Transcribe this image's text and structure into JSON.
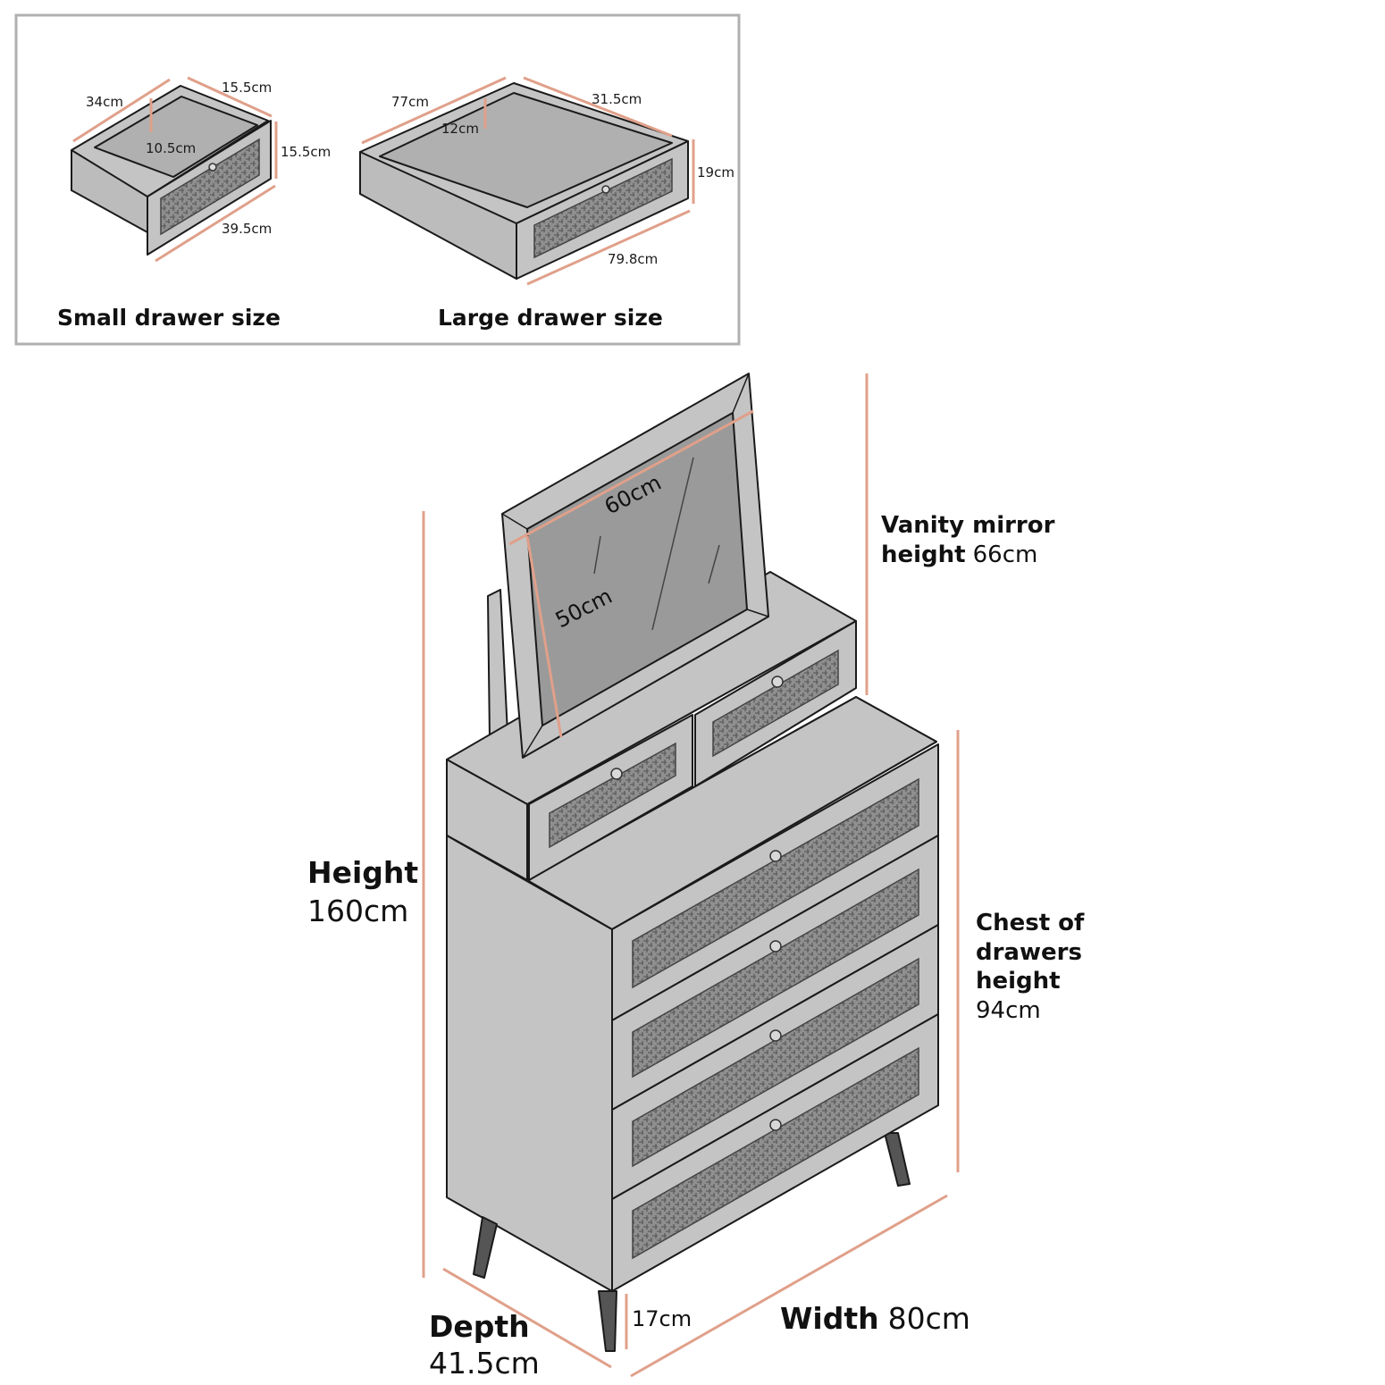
{
  "inset": {
    "small_drawer": {
      "caption": "Small drawer size",
      "dims": {
        "depth": "34cm",
        "side": "15.5cm",
        "inner_height": "10.5cm",
        "front_height": "15.5cm",
        "width": "39.5cm"
      }
    },
    "large_drawer": {
      "caption": "Large drawer size",
      "dims": {
        "depth": "77cm",
        "side": "31.5cm",
        "inner_height": "12cm",
        "front_height": "19cm",
        "width": "79.8cm"
      }
    }
  },
  "mirror": {
    "width": "60cm",
    "height": "50cm"
  },
  "labels": {
    "height": {
      "title": "Height",
      "value": "160cm"
    },
    "vanity": {
      "line1": "Vanity mirror",
      "line2_bold": "height",
      "line2_value": "66cm"
    },
    "chest": {
      "line1": "Chest of",
      "line2": "drawers",
      "line3": "height",
      "value": "94cm"
    },
    "depth": {
      "title": "Depth",
      "value": "41.5cm"
    },
    "width": {
      "title": "Width",
      "value": "80cm"
    },
    "legs": {
      "value": "17cm"
    }
  },
  "colors": {
    "dimension_line": "#e0a08a",
    "body": "#c4c4c4",
    "mirror_glass": "#9a9a9a",
    "outline": "#1a1a1a",
    "inset_border": "#b0b0b0"
  }
}
